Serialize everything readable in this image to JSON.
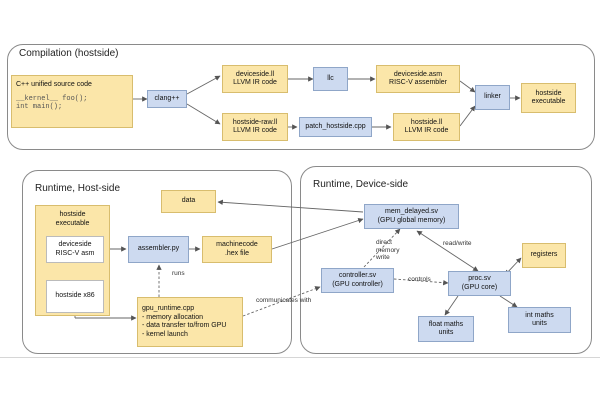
{
  "colors": {
    "yellow": "#fbe6a9",
    "blue": "#cddaf0",
    "border": "#8a8a8a",
    "arrow": "#555555"
  },
  "compilation": {
    "title": "Compilation (hostside)",
    "source": {
      "title": "C++ unified source code",
      "code1": "__kernel__ foo();",
      "code2": "int main();"
    },
    "clang": "clang++",
    "ds_ll": {
      "line1": "deviceside.ll",
      "line2": "LLVM IR code"
    },
    "llc": "llc",
    "ds_asm": {
      "line1": "deviceside.asm",
      "line2": "RISC-V assembler"
    },
    "hr_ll": {
      "line1": "hostside-raw.ll",
      "line2": "LLVM IR code"
    },
    "patch": "patch_hostside.cpp",
    "hs_ll": {
      "line1": "hostside.ll",
      "line2": "LLVM IR code"
    },
    "linker": "linker",
    "hs_exe": {
      "line1": "hostside",
      "line2": "executable"
    }
  },
  "host": {
    "title": "Runtime, Host-side",
    "exe": {
      "line1": "hostside",
      "line2": "executable"
    },
    "ds_asm": {
      "line1": "deviceside",
      "line2": "RISC-V asm"
    },
    "x86": "hostside x86",
    "assembler": "assembler.py",
    "machinecode": {
      "line1": "machinecode",
      "line2": ".hex file"
    },
    "data": "data",
    "runtime": {
      "title": "gpu_runtime.cpp",
      "items": [
        "- memory allocation",
        "- data transfer to/from GPU",
        "- kernel launch"
      ]
    },
    "runs_label": "runs"
  },
  "device": {
    "title": "Runtime, Device-side",
    "mem": {
      "line1": "mem_delayed.sv",
      "line2": "(GPU global memory)"
    },
    "controller": {
      "line1": "controller.sv",
      "line2": "(GPU controller)"
    },
    "proc": {
      "line1": "proc.sv",
      "line2": "(GPU core)"
    },
    "registers": "registers",
    "float": {
      "line1": "float maths",
      "line2": "units"
    },
    "int": {
      "line1": "int maths",
      "line2": "units"
    },
    "direct_label": [
      "direct",
      "memory",
      "write"
    ],
    "rw_label": "read/write",
    "controls_label": "controls"
  },
  "comm_label": "communicates with"
}
